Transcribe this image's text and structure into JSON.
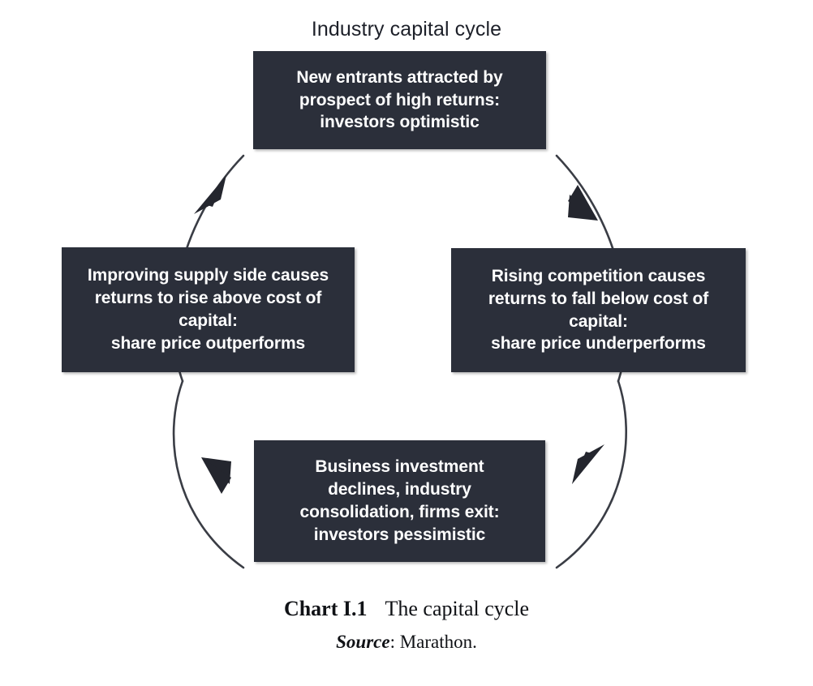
{
  "title": "Industry capital cycle",
  "colors": {
    "box_fill": "#2b2f3a",
    "box_text": "#ffffff",
    "background": "#ffffff",
    "arc_stroke": "#3a3d45",
    "title_text": "#1d2029",
    "caption_text": "#101216"
  },
  "diagram": {
    "type": "cycle",
    "direction": "clockwise",
    "nodes": [
      {
        "id": "top",
        "position": "top",
        "lines": [
          "New entrants attracted by",
          "prospect of high returns:"
        ],
        "emphasis": "investors optimistic"
      },
      {
        "id": "right",
        "position": "right",
        "lines": [
          "Rising competition causes",
          "returns to fall below cost of",
          "capital:"
        ],
        "emphasis": "share price underperforms"
      },
      {
        "id": "bottom",
        "position": "bottom",
        "lines": [
          "Business investment",
          "declines, industry",
          "consolidation, firms exit:"
        ],
        "emphasis": "investors pessimistic"
      },
      {
        "id": "left",
        "position": "left",
        "lines": [
          "Improving supply side causes",
          "returns to rise above cost of",
          "capital:"
        ],
        "emphasis": "share price outperforms"
      }
    ],
    "arrows": [
      {
        "id": "top-right-arc",
        "from": "top",
        "to": "right",
        "label": ""
      },
      {
        "id": "bottom-right-arc",
        "from": "right",
        "to": "bottom",
        "label": ""
      },
      {
        "id": "bottom-left-arc",
        "from": "bottom",
        "to": "left",
        "label": ""
      },
      {
        "id": "top-left-arc",
        "from": "left",
        "to": "top",
        "label": ""
      }
    ]
  },
  "caption": {
    "label": "Chart I.1",
    "text": "The capital cycle",
    "source_label": "Source",
    "source_value": ": Marathon."
  }
}
